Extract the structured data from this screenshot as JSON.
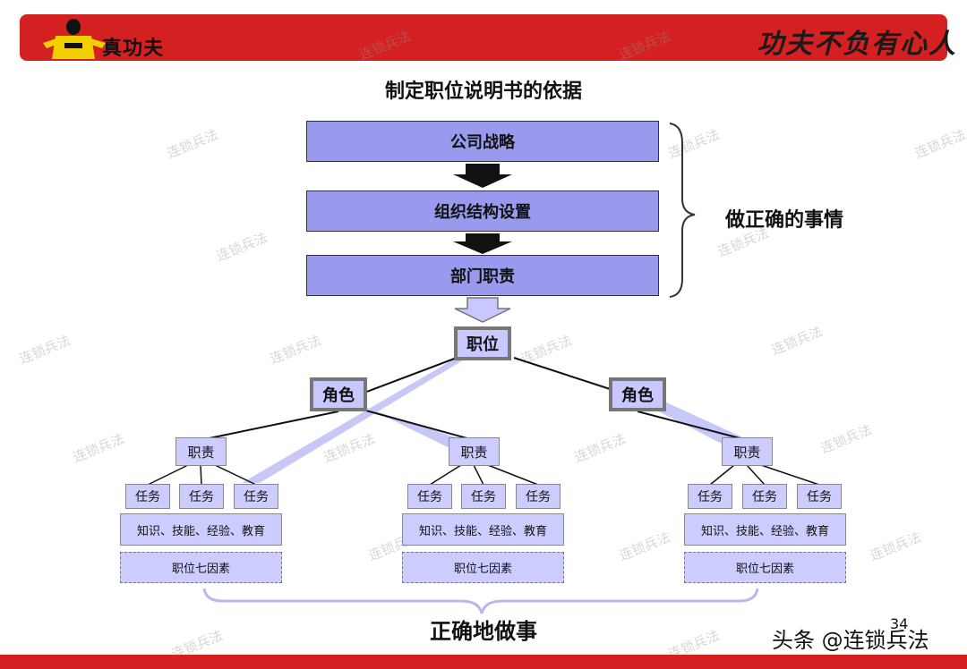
{
  "header": {
    "brand": "真功夫",
    "slogan": "功夫不负有心人"
  },
  "title": "制定职位说明书的依据",
  "flow": [
    "公司战略",
    "组织结构设置",
    "部门职责"
  ],
  "brace_right_label": "做正确的事情",
  "position": "职位",
  "roles": [
    "角色",
    "角色"
  ],
  "groups": [
    {
      "duty": "职责",
      "tasks": [
        "任务",
        "任务",
        "任务"
      ],
      "knowledge": "知识、技能、经验、教育",
      "seven": "职位七因素"
    },
    {
      "duty": "职责",
      "tasks": [
        "任务",
        "任务",
        "任务"
      ],
      "knowledge": "知识、技能、经验、教育",
      "seven": "职位七因素"
    },
    {
      "duty": "职责",
      "tasks": [
        "任务",
        "任务",
        "任务"
      ],
      "knowledge": "知识、技能、经验、教育",
      "seven": "职位七因素"
    }
  ],
  "bottom_label": "正确地做事",
  "page_number": "34",
  "credit": "头条 @连锁兵法",
  "watermark": "连锁兵法",
  "colors": {
    "header_red": "#d42020",
    "flow_fill": "#9999ee",
    "node_fill": "#ccccff",
    "beam_fill": "#c8c8f8"
  }
}
